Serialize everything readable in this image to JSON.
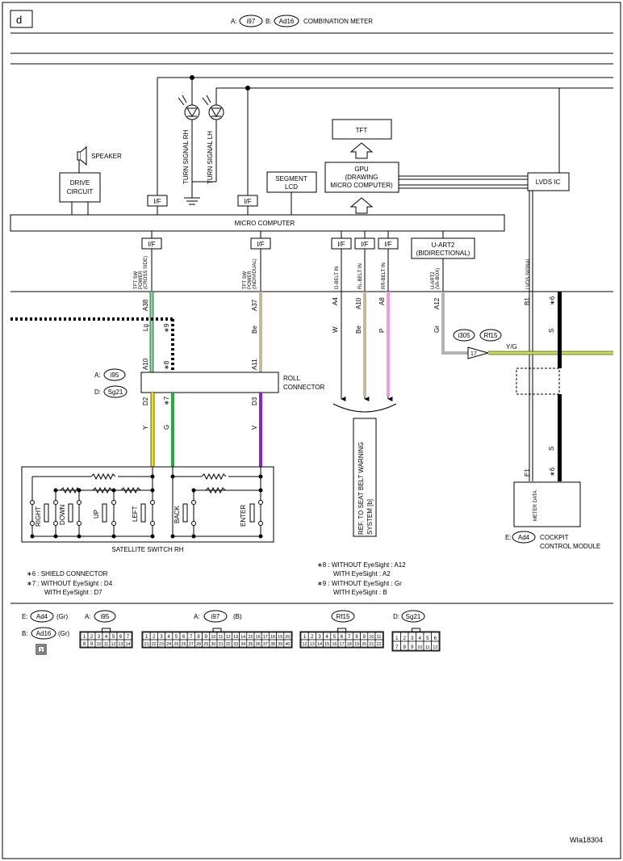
{
  "page_tag": "d",
  "header": {
    "a_prefix": "A:",
    "a_connector": "i97",
    "b_prefix": "B:",
    "b_connector": "Ad16",
    "title": "COMBINATION METER"
  },
  "components": {
    "speaker": "SPEAKER",
    "drive_circuit_1": "DRIVE",
    "drive_circuit_2": "CIRCUIT",
    "turn_rh": "TURN SIGNAL RH",
    "turn_lh": "TURN SIGNAL LH",
    "tft": "TFT",
    "segment_1": "SEGMENT",
    "segment_2": "LCD",
    "gpu_1": "GPU",
    "gpu_2": "(DRAWING",
    "gpu_3": "MICRO COMPUTER)",
    "lvds": "LVDS IC",
    "micro": "MICRO COMPUTER",
    "iface": "I/F",
    "uart_1": "U-ART2",
    "uart_2": "(BIDIRECTIONAL)",
    "roll_1": "ROLL",
    "roll_2": "CONNECTOR",
    "satellite": "SATELLITE SWITCH RH",
    "ref_1": "REF. TO SEAT BELT WARNING",
    "ref_2": "SYSTEM [b]",
    "cockpit_prefix": "E:",
    "cockpit_connector": "Ad4",
    "cockpit_1": "COCKPIT",
    "cockpit_2": "CONTROL MODULE",
    "meter_data": "METER DATA",
    "shielded_wire_label": "Y/G",
    "splice_1": "i305",
    "splice_2": "Rf15",
    "splice_num": "17"
  },
  "signals": {
    "tft_sw_cross": [
      "TFT SW",
      "POWER",
      "(CROSS SIDE)"
    ],
    "tft_sw_indiv": [
      "TFT SW",
      "POWER",
      "(INDIVIDUAL)"
    ],
    "d_belt": "D-BELT IN",
    "rl_belt": "RL-BELT IN",
    "rr_belt": "RR-BELT IN",
    "uart_sig": [
      "U-ART2",
      "(VA-BOX)"
    ],
    "lvds_sig": "LVDS SIGNAL"
  },
  "pins": {
    "a38": "A38",
    "a37": "A37",
    "a4": "A4",
    "a10": "A10",
    "a8": "A8",
    "a12": "A12",
    "b1": "B1",
    "star6": "∗6",
    "lg": "Lg",
    "star9": "∗9",
    "be": "Be",
    "w": "W",
    "be2": "Be",
    "p": "P",
    "gr": "Gr",
    "s": "S",
    "roll_a10": "A10",
    "roll_star8": "∗8",
    "roll_a11": "A11",
    "d2": "D2",
    "star7": "∗7",
    "d3": "D3",
    "y": "Y",
    "g": "G",
    "v": "V",
    "s2": "S",
    "star6b": "∗6",
    "e1": "E1",
    "roll_a": "A:",
    "roll_a_conn": "i95",
    "roll_d": "D:",
    "roll_d_conn": "Sg21"
  },
  "switches": [
    "RIGHT",
    "DOWN",
    "UP",
    "LEFT",
    "BACK",
    "ENTER"
  ],
  "notes_left": [
    "∗6 : SHIELD CONNECTOR",
    "∗7 : WITHOUT EyeSight : D4",
    "WITH EyeSight : D7"
  ],
  "notes_right": [
    "∗8 : WITHOUT EyeSight : A12",
    "WITH EyeSight : A2",
    "∗9 : WITHOUT EyeSight : Gr",
    "WITH EyeSight : B"
  ],
  "connectors": {
    "e_prefix": "E:",
    "e_name": "Ad4",
    "e_color": "(Gr)",
    "b_prefix": "B:",
    "b_name": "Ad16",
    "b_color": "(Gr)",
    "b_pin": "1",
    "a_prefix": "A:",
    "a_name": "i95",
    "a2_prefix": "A:",
    "a2_name": "i97",
    "a2_suffix": "(B)",
    "rf_name": "Rf15",
    "d_prefix": "D:",
    "d_name": "Sg21",
    "i95_row1": [
      "1",
      "2",
      "3",
      "4",
      "5",
      "6",
      "7"
    ],
    "i95_row2": [
      "8",
      "9",
      "10",
      "11",
      "12",
      "13",
      "14"
    ],
    "i97_row1": [
      "1",
      "2",
      "3",
      "4",
      "5",
      "6",
      "7",
      "8",
      "9",
      "10",
      "11",
      "12",
      "13",
      "14",
      "15",
      "16",
      "17",
      "18",
      "19",
      "20"
    ],
    "i97_row2": [
      "21",
      "22",
      "23",
      "24",
      "25",
      "26",
      "27",
      "28",
      "29",
      "30",
      "31",
      "32",
      "33",
      "34",
      "35",
      "36",
      "37",
      "38",
      "39",
      "40"
    ],
    "rf15_row1": [
      "1",
      "2",
      "3",
      "4",
      "5",
      "6",
      "7",
      "8",
      "9",
      "10",
      "11"
    ],
    "rf15_row2": [
      "12",
      "13",
      "14",
      "15",
      "16",
      "17",
      "18",
      "19",
      "20",
      "21",
      "22"
    ],
    "sg21_row1": [
      "1",
      "2",
      "3",
      "4",
      "5",
      "6"
    ],
    "sg21_row2": [
      "7",
      "8",
      "9",
      "10",
      "11",
      "12"
    ]
  },
  "figure_id": "WIa18304",
  "colors": {
    "lg": "#7fdc9a",
    "green": "#1fae3a",
    "be": "#c8b89a",
    "pink": "#f39ad8",
    "yellow": "#f4e400",
    "violet": "#8a22d2",
    "gray": "#b3b3b3",
    "yg": "#c7e04a"
  }
}
